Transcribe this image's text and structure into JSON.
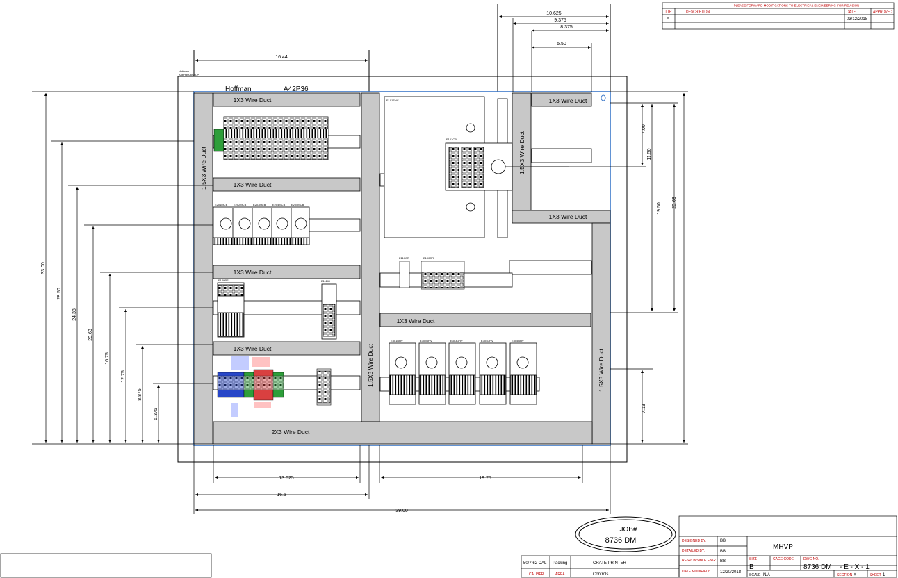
{
  "enclosure": {
    "brand": "Hoffman",
    "model": "A42P36",
    "corner_note_1": "Hoffman",
    "corner_note_2": "A36H3608SSLP"
  },
  "ducts": {
    "top_left": "1X3 Wire Duct",
    "left_2": "1X3 Wire Duct",
    "left_3": "1X3 Wire Duct",
    "left_4": "1X3 Wire Duct",
    "left_vertical": "1.5X3 Wire Duct",
    "center_vertical": "1.5X3 Wire Duct",
    "right_upper_vertical": "1.5X3 Wire Duct",
    "right_lower_vertical": "1.5X3 Wire Duct",
    "top_right": "1X3 Wire Duct",
    "right_mid": "1X3 Wire Duct",
    "center_mid": "1X3 Wire Duct",
    "bottom": "2X3 Wire Duct"
  },
  "dims_top": {
    "d1": "10.625",
    "d2": "9.375",
    "d3": "8.375",
    "d4": "5.50",
    "d5": "16.44"
  },
  "dims_left": {
    "d1": "33.00",
    "d2": "28.50",
    "d3": "24.38",
    "d4": "20.63",
    "d5": "16.75",
    "d6": "12.75",
    "d7": "8.875",
    "d8": "5.375"
  },
  "dims_right": {
    "d1": "7.00",
    "d2": "11.50",
    "d3": "19.50",
    "d4": "20.63",
    "d5": "7.13"
  },
  "dims_bottom": {
    "d1": "13.625",
    "d2": "19.75",
    "d3": "16.5",
    "d4": "39.00"
  },
  "device_tags": {
    "disconnect": "E101CB",
    "upper_enclosure": "E101ENC",
    "breakers": [
      "E201MCB",
      "E202MCB",
      "E203MCB",
      "E204MCB",
      "E205MCB"
    ],
    "relay_left": "E110CR",
    "relay_group": "E100CR",
    "power_supply": "E120PS",
    "module": "E111IO",
    "drives": [
      "E301DRV",
      "E302DRV",
      "E303DRV",
      "E304DRV",
      "E305DRV"
    ]
  },
  "revision_block": {
    "header_note": "PLEASE FORWARD MODIFICATIONS TO ELECTRICAL ENGINEERING FOR REVISION",
    "columns": [
      "LTR",
      "DESCRIPTION",
      "DATE",
      "APPROVED"
    ],
    "rows": [
      {
        "ltr": "A",
        "description": "",
        "date": "03/12/2018",
        "approved": ""
      }
    ]
  },
  "job": {
    "label": "JOB#",
    "number": "8736 DM"
  },
  "title_block": {
    "designed_by_label": "DESIGNED BY:",
    "designed_by": "BB",
    "detailed_by_label": "DETAILED BY:",
    "detailed_by": "BB",
    "responsible_label": "RESPONSIBLE ENG:",
    "responsible": "BB",
    "date_modified_label": "DATE MODIFIED:",
    "date_modified": "12/20/2018",
    "title": "MHVP",
    "size_label": "SIZE",
    "size": "B",
    "cage_label": "CAGE CODE",
    "dwg_label": "DWG NO.",
    "dwg_no": "8736 DM",
    "dwg_suffix": "- E - X - 1",
    "scale_label": "SCALE",
    "scale": "N/A",
    "section_label": "SECTION",
    "section": "X",
    "sheet_label": "SHEET",
    "sheet": "1",
    "caliber_label": "CALIBER",
    "caliber": "50/7.62 CAL",
    "area_label": "AREA",
    "area": "Packing",
    "system_1": "CRATE PRINTER",
    "system_2": "Controls"
  },
  "colors": {
    "line": "#000000",
    "duct": "#c8c8c8",
    "panel_border": "#3b78c9",
    "label_red": "#c00000",
    "terminal_green": "#2e9e3a",
    "terminal_blue": "#2746c8"
  }
}
